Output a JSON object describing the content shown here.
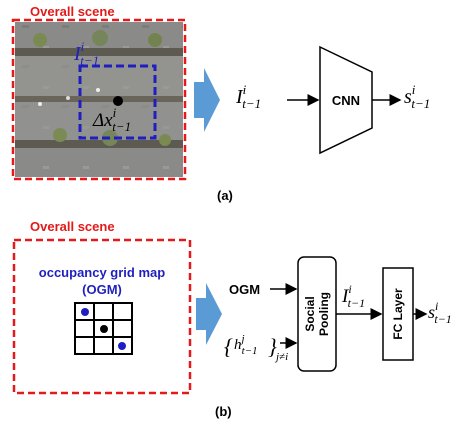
{
  "panel_a": {
    "scene_title": "Overall scene",
    "crop_label": {
      "base": "I",
      "sup": "i",
      "sub": "t−1"
    },
    "pos_label": {
      "base": "Δx",
      "sup": "i",
      "sub": "t−1"
    },
    "input_label": {
      "base": "I",
      "sup": "i",
      "sub": "t−1"
    },
    "cnn_label": "CNN",
    "output_label": {
      "base": "s",
      "sup": "i",
      "sub": "t−1"
    },
    "caption": "(a)"
  },
  "panel_b": {
    "scene_title": "Overall scene",
    "ogm_title_line1": "occupancy grid map",
    "ogm_title_line2": "(OGM)",
    "ogm_input": "OGM",
    "hidden_label": {
      "base": "h",
      "sup": "j",
      "sub": "t−1",
      "outer_sub": "j≠i"
    },
    "social_pooling_line1": "Social",
    "social_pooling_line2": "Pooling",
    "mid_label": {
      "base": "I",
      "sup": "i",
      "sub": "t−1"
    },
    "fc_label": "FC Layer",
    "output_label": {
      "base": "s",
      "sup": "i",
      "sub": "t−1"
    },
    "caption": "(b)"
  },
  "colors": {
    "red": "#e31a1a",
    "blue": "#1f1fbf",
    "arrow_fill": "#5b9bd5"
  }
}
